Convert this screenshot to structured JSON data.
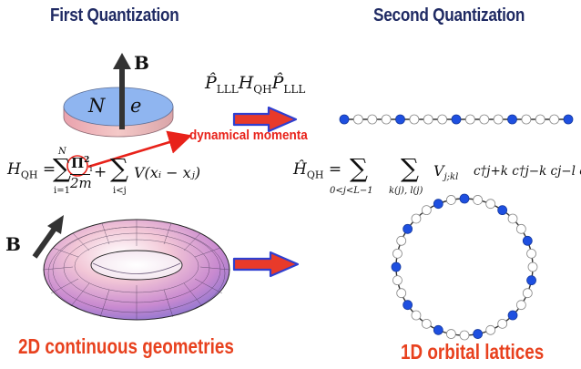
{
  "headings": {
    "left": "First Quantization",
    "right": "Second Quantization"
  },
  "captions": {
    "left": "2D continuous geometries",
    "right": "1D orbital lattices"
  },
  "disk": {
    "field_label": "B",
    "n_label": "N",
    "e_label": "e",
    "color": "#8fb5f0"
  },
  "torus": {
    "field_label": "B"
  },
  "annotation": "dynamical momenta",
  "projection_formula": {
    "p": "P̂",
    "p_sub": "LLL",
    "h": "H",
    "h_sub": "QH"
  },
  "first_hamiltonian": {
    "lhs": "H",
    "lhs_sub": "QH",
    "eq": "=",
    "sum1_upper": "N",
    "sum1_lower": "i=1",
    "numerator": "Π",
    "numerator_sup": "2",
    "numerator_sub": "i",
    "denominator": "2m",
    "plus": "+",
    "sum2_lower": "i<j",
    "potential": "V(xᵢ − xⱼ)"
  },
  "second_hamiltonian": {
    "lhs": "Ĥ",
    "lhs_sub": "QH",
    "eq": "=",
    "sum1_lower": "0<j<L−1",
    "sum2_lower": "k(j), l(j)",
    "coeff": "V",
    "coeff_sub": "j;kl",
    "operators": "c†j+k c†j−k cj−l cj+l"
  },
  "colors": {
    "heading": "#1f2a63",
    "caption": "#e8411e",
    "arrow_fill": "#e83a2a",
    "arrow_stroke": "#2f3fd0",
    "blue_site": "#1e4fe0",
    "white_site": "#ffffff"
  },
  "chain": {
    "pattern": [
      "blue",
      "white",
      "white",
      "white",
      "blue",
      "white",
      "white",
      "white",
      "blue",
      "white",
      "white",
      "white",
      "blue",
      "white",
      "white",
      "white",
      "blue"
    ]
  },
  "ring": {
    "sites": 32,
    "blue_every": 3
  }
}
